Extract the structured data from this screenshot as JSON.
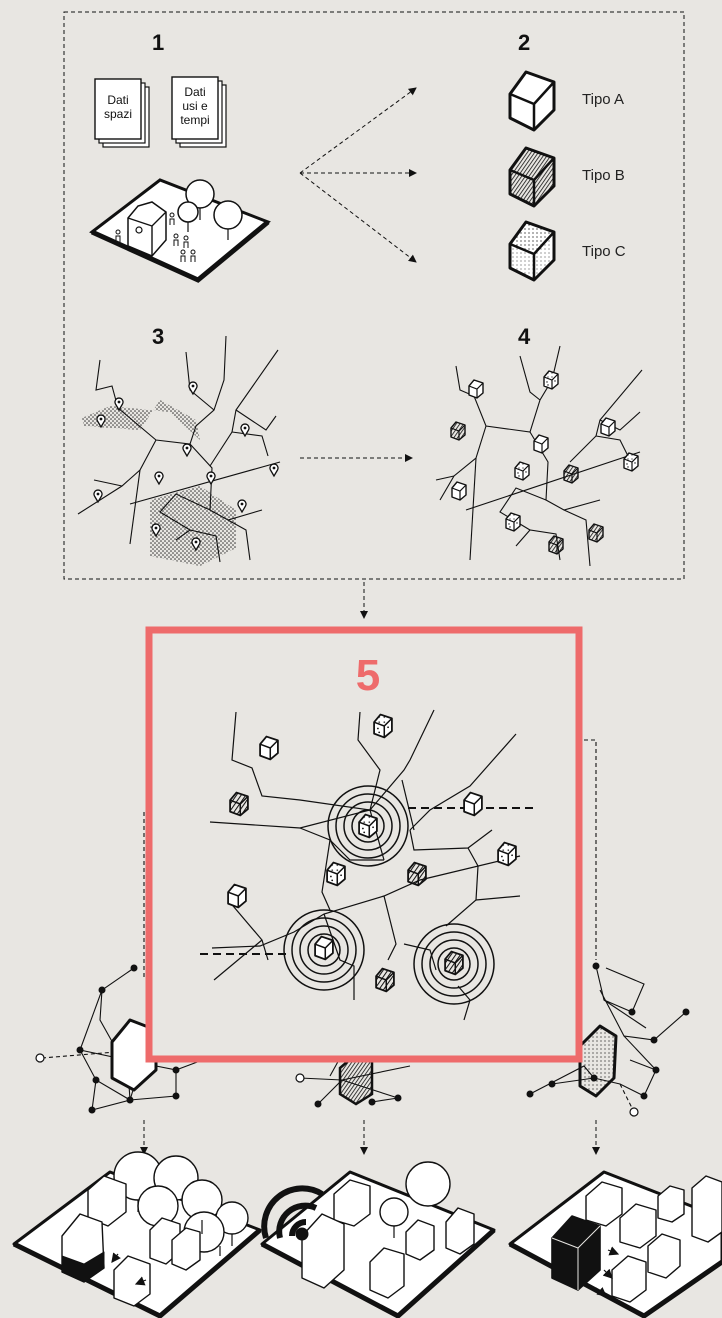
{
  "steps": {
    "s1": "1",
    "s2": "2",
    "s3": "3",
    "s4": "4",
    "s5": "5"
  },
  "documents": {
    "doc1_line1": "Dati",
    "doc1_line2": "spazi",
    "doc2_line1": "Dati",
    "doc2_line2": "usi e",
    "doc2_line3": "tempi"
  },
  "types": {
    "a": "Tipo A",
    "b": "Tipo B",
    "c": "Tipo C"
  },
  "colors": {
    "background": "#e8e6e2",
    "ink": "#111111",
    "highlight": "#ee6b6b"
  },
  "icons": [
    "document-icon",
    "house-icon",
    "location-pin-icon",
    "tree-icon",
    "person-icon",
    "wifi-signal-icon",
    "network-node-icon"
  ]
}
